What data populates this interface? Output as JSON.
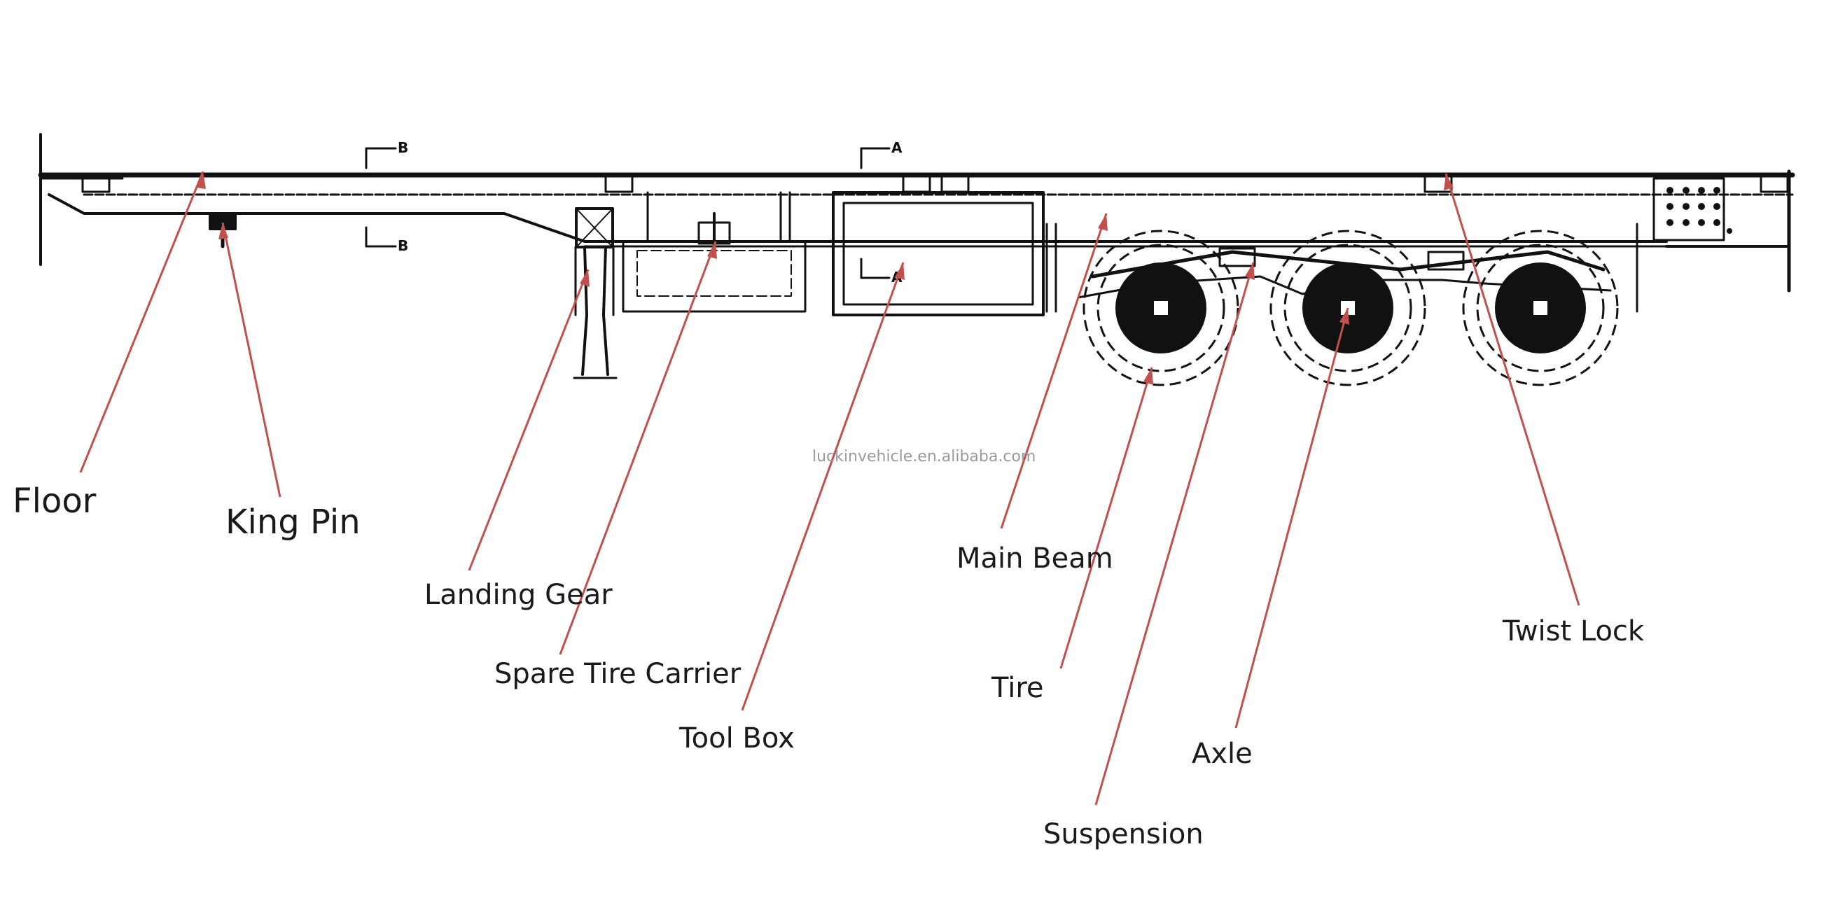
{
  "watermark": "luckinvehicle.en.alibaba.com",
  "section_marks": {
    "b_top": "B",
    "b_bottom": "B",
    "a_top": "A",
    "a_bottom": "A"
  },
  "colors": {
    "line": "#111111",
    "leader": "#c0504d",
    "text": "#1a1a1a"
  },
  "labels": {
    "floor": "Floor",
    "king_pin": "King Pin",
    "landing_gear": "Landing Gear",
    "spare_tire_carrier": "Spare Tire Carrier",
    "tool_box": "Tool Box",
    "main_beam": "Main Beam",
    "tire": "Tire",
    "suspension": "Suspension",
    "axle": "Axle",
    "twist_lock": "Twist Lock"
  }
}
